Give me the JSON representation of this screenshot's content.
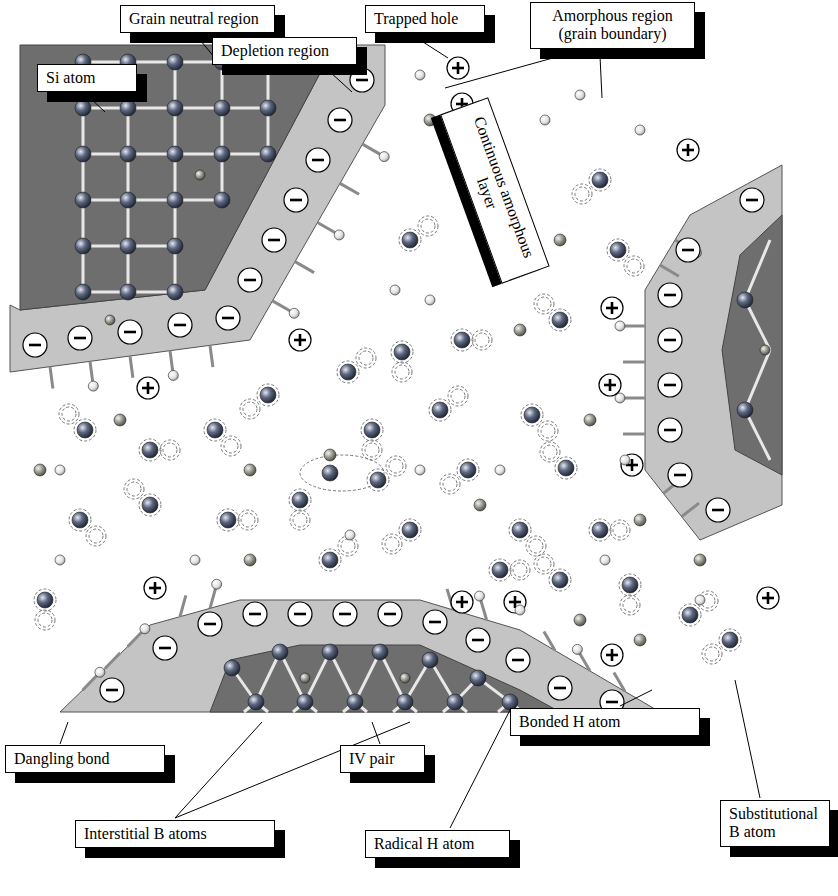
{
  "diagram": {
    "nodes": [
      {
        "text": [
          "Grain neutral region"
        ]
      },
      {
        "text": [
          "Si atom"
        ]
      },
      {
        "text": [
          "Depletion region"
        ]
      },
      {
        "text": [
          "Trapped hole"
        ]
      },
      {
        "text": [
          "Amorphous region (grain boundary)"
        ]
      },
      {
        "text": [
          "Continuous amorphous layer"
        ]
      },
      {
        "text": [
          "Dangling bond"
        ]
      },
      {
        "text": [
          "IV pair"
        ]
      },
      {
        "text": [
          "Bonded H atom"
        ]
      },
      {
        "text": [
          "Interstitial B atoms"
        ]
      },
      {
        "text": [
          "Radical H atom"
        ]
      },
      {
        "text": [
          "Substitutional B atom"
        ]
      }
    ]
  }
}
